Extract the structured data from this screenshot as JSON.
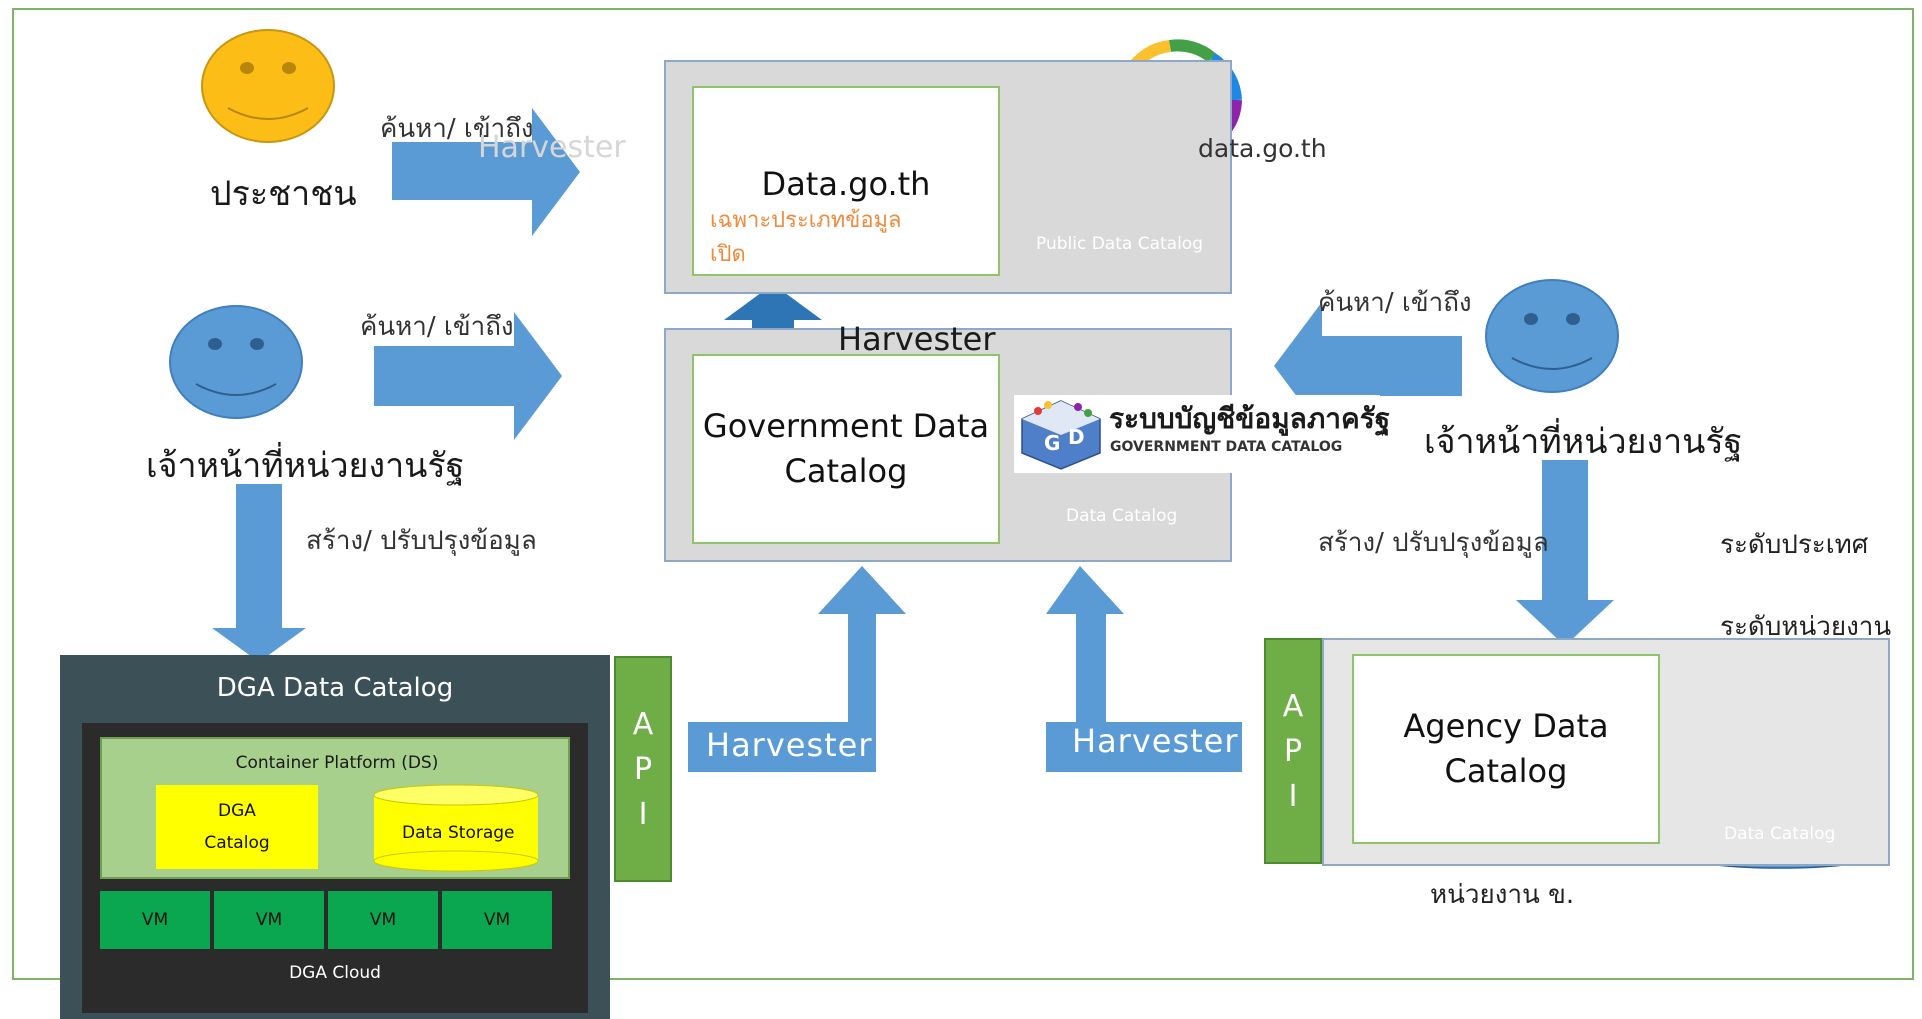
{
  "actors": {
    "citizen": "ประชาชน",
    "gov_officer_left": "เจ้าหน้าที่หน่วยงานรัฐ",
    "gov_officer_right": "เจ้าหน้าที่หน่วยงานรัฐ"
  },
  "flows": {
    "search_access_top": "ค้นหา/ เข้าถึง",
    "search_access_mid": "ค้นหา/ เข้าถึง",
    "search_access_right": "ค้นหา/ เข้าถึง",
    "create_update_left": "สร้าง/ ปรับปรุงข้อมูล",
    "create_update_right": "สร้าง/ ปรับปรุงข้อมูล"
  },
  "levels": {
    "national": "ระดับประเทศ",
    "agency": "ระดับหน่วยงาน"
  },
  "data_go_th": {
    "title": "Data.go.th",
    "subtitle_line1": "เฉพาะประเภทข้อมูล",
    "subtitle_line2": "เปิด",
    "db_label": "Public Data Catalog",
    "logo_text": "data.go.th"
  },
  "gdc": {
    "section_label": "Harvester",
    "title_line1": "Government Data",
    "title_line2": "Catalog",
    "db_label": "Data Catalog",
    "logo_th": "ระบบบัญชีข้อมูลภาครัฐ",
    "logo_en": "GOVERNMENT DATA CATALOG",
    "logo_letters": [
      "G",
      "D"
    ]
  },
  "agency": {
    "title_line1": "Agency Data",
    "title_line2": "Catalog",
    "db_label": "Data Catalog",
    "caption": "หน่วยงาน ข."
  },
  "harvester_arrows": {
    "left": "Harvester",
    "right": "Harvester",
    "faded_top": "Harvester"
  },
  "api": {
    "letters": [
      "A",
      "P",
      "I"
    ]
  },
  "dga": {
    "title": "DGA Data Catalog",
    "container_label": "Container Platform (DS)",
    "catalog_line1": "DGA",
    "catalog_line2": "Catalog",
    "storage_label": "Data Storage",
    "vms": [
      "VM",
      "VM",
      "VM",
      "VM"
    ],
    "cloud_label": "DGA Cloud"
  },
  "colors": {
    "arrow_blue": "#5b9bd5",
    "arrow_dark_blue": "#2e75b6",
    "face_yellow": "#fbbd16",
    "face_blue": "#5b9bd5",
    "api_green": "#6fae47",
    "frame_green": "#7fb36a"
  }
}
